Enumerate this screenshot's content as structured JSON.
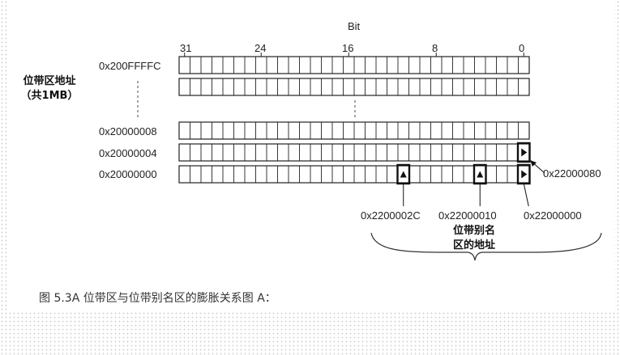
{
  "diagram": {
    "bit_header": "Bit",
    "bit_ticks": [
      "31",
      "24",
      "16",
      "8",
      "0"
    ],
    "bit_tick_values": [
      31,
      24,
      16,
      8,
      0
    ],
    "bit_count": 32,
    "bitband_region_label": [
      "位带区地址",
      "（共1MB）"
    ],
    "rows": [
      {
        "address": "0x200FFFFC",
        "has_label": true
      },
      {
        "address": "",
        "has_label": false
      },
      {
        "address": "0x20000008",
        "has_label": true
      },
      {
        "address": "0x20000004",
        "has_label": true
      },
      {
        "address": "0x20000000",
        "has_label": true
      }
    ],
    "alias_callouts": [
      {
        "row": 3,
        "bit": 0,
        "alias": "0x22000080",
        "arrow": "left-up"
      },
      {
        "row": 4,
        "bit": 11,
        "alias": "0x2200002C",
        "arrow": "down"
      },
      {
        "row": 4,
        "bit": 4,
        "alias": "0x22000010",
        "arrow": "down"
      },
      {
        "row": 4,
        "bit": 0,
        "alias": "0x22000000",
        "arrow": "down"
      }
    ],
    "alias_region_label": [
      "位带别名",
      "区的地址"
    ]
  },
  "caption": "图 5.3A    位带区与位带别名区的膨胀关系图 A："
}
